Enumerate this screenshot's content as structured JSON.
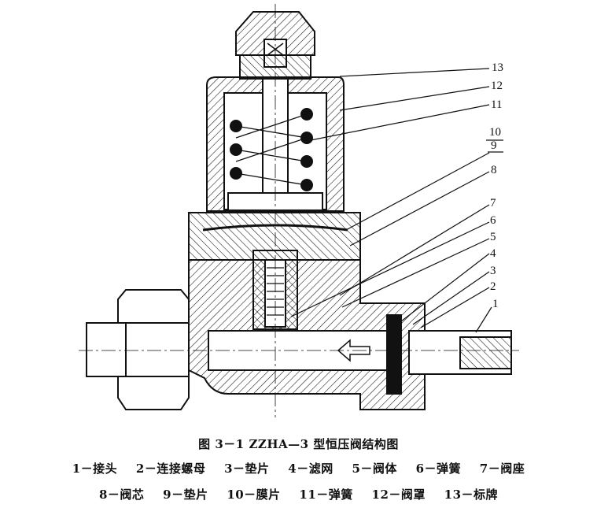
{
  "figure": {
    "title": "图 3－1  ZZHA—3 型恒压阀结构图",
    "callout_numbers": [
      "13",
      "12",
      "11",
      "10",
      "9",
      "8",
      "7",
      "6",
      "5",
      "4",
      "3",
      "2",
      "1"
    ],
    "legend_row1": [
      "1－接头",
      "2－连接螺母",
      "3－垫片",
      "4－滤网",
      "5－阀体",
      "6－弹簧",
      "7－阀座"
    ],
    "legend_row2": [
      "8－阀芯",
      "9－垫片",
      "10－膜片",
      "11－弹簧",
      "12－阀罩",
      "13－标牌"
    ]
  }
}
